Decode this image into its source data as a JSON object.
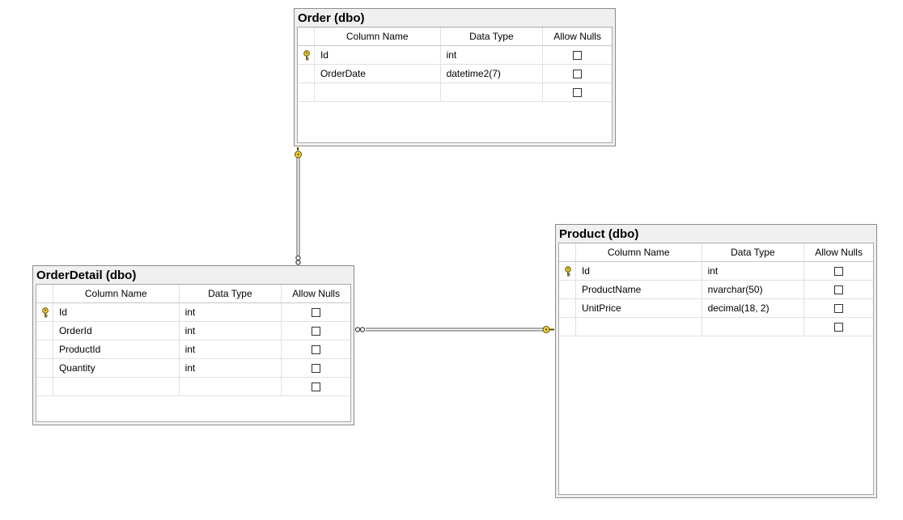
{
  "column_headers": {
    "name": "Column Name",
    "type": "Data Type",
    "nulls": "Allow Nulls"
  },
  "tables": {
    "order": {
      "title": "Order (dbo)",
      "rows": [
        {
          "name": "Id",
          "type": "int",
          "pk": true
        },
        {
          "name": "OrderDate",
          "type": "datetime2(7)",
          "pk": false
        },
        {
          "name": "",
          "type": "",
          "pk": false
        }
      ]
    },
    "orderdetail": {
      "title": "OrderDetail (dbo)",
      "rows": [
        {
          "name": "Id",
          "type": "int",
          "pk": true
        },
        {
          "name": "OrderId",
          "type": "int",
          "pk": false
        },
        {
          "name": "ProductId",
          "type": "int",
          "pk": false
        },
        {
          "name": "Quantity",
          "type": "int",
          "pk": false
        },
        {
          "name": "",
          "type": "",
          "pk": false
        }
      ]
    },
    "product": {
      "title": "Product (dbo)",
      "rows": [
        {
          "name": "Id",
          "type": "int",
          "pk": true
        },
        {
          "name": "ProductName",
          "type": "nvarchar(50)",
          "pk": false
        },
        {
          "name": "UnitPrice",
          "type": "decimal(18, 2)",
          "pk": false
        },
        {
          "name": "",
          "type": "",
          "pk": false
        }
      ]
    }
  },
  "colors": {
    "key_fill": "#f2d63a",
    "key_stroke": "#5a4a00",
    "relation_line": "#555555"
  }
}
